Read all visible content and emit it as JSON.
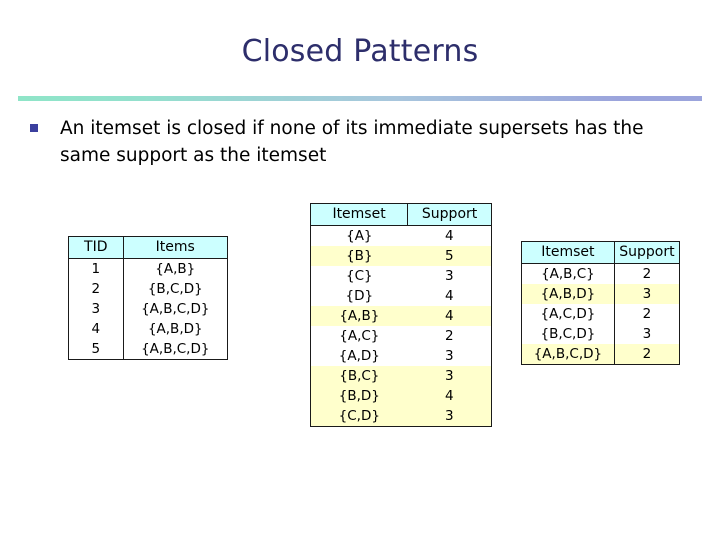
{
  "slide": {
    "title": "Closed Patterns",
    "bullet": {
      "marker": "square-bullet",
      "text": "An itemset is closed if none of its immediate supersets has the same support as the itemset"
    },
    "colors": {
      "title": "#2d2e6b",
      "divider_start": "#8fe5c8",
      "divider_end": "#9ba4dc",
      "header_bg": "#ccffff",
      "row_highlight": "#ffffcc",
      "bullet": "#3b3f9e"
    }
  },
  "transactions_table": {
    "name": "transaction-database",
    "headers": [
      "TID",
      "Items"
    ],
    "rows": [
      {
        "tid": "1",
        "items": "{A,B}",
        "highlight": false
      },
      {
        "tid": "2",
        "items": "{B,C,D}",
        "highlight": false
      },
      {
        "tid": "3",
        "items": "{A,B,C,D}",
        "highlight": false
      },
      {
        "tid": "4",
        "items": "{A,B,D}",
        "highlight": false
      },
      {
        "tid": "5",
        "items": "{A,B,C,D}",
        "highlight": false
      }
    ]
  },
  "support_table": {
    "name": "itemset-support",
    "headers": [
      "Itemset",
      "Support"
    ],
    "rows": [
      {
        "itemset": "{A}",
        "support": "4",
        "highlight": false
      },
      {
        "itemset": "{B}",
        "support": "5",
        "highlight": true
      },
      {
        "itemset": "{C}",
        "support": "3",
        "highlight": false
      },
      {
        "itemset": "{D}",
        "support": "4",
        "highlight": false
      },
      {
        "itemset": "{A,B}",
        "support": "4",
        "highlight": true
      },
      {
        "itemset": "{A,C}",
        "support": "2",
        "highlight": false
      },
      {
        "itemset": "{A,D}",
        "support": "3",
        "highlight": false
      },
      {
        "itemset": "{B,C}",
        "support": "3",
        "highlight": true
      },
      {
        "itemset": "{B,D}",
        "support": "4",
        "highlight": true
      },
      {
        "itemset": "{C,D}",
        "support": "3",
        "highlight": true
      }
    ]
  },
  "closed_table": {
    "name": "closed-itemset-support",
    "headers": [
      "Itemset",
      "Support"
    ],
    "rows": [
      {
        "itemset": "{A,B,C}",
        "support": "2",
        "highlight": false
      },
      {
        "itemset": "{A,B,D}",
        "support": "3",
        "highlight": true
      },
      {
        "itemset": "{A,C,D}",
        "support": "2",
        "highlight": false
      },
      {
        "itemset": "{B,C,D}",
        "support": "3",
        "highlight": false
      },
      {
        "itemset": "{A,B,C,D}",
        "support": "2",
        "highlight": true
      }
    ]
  }
}
